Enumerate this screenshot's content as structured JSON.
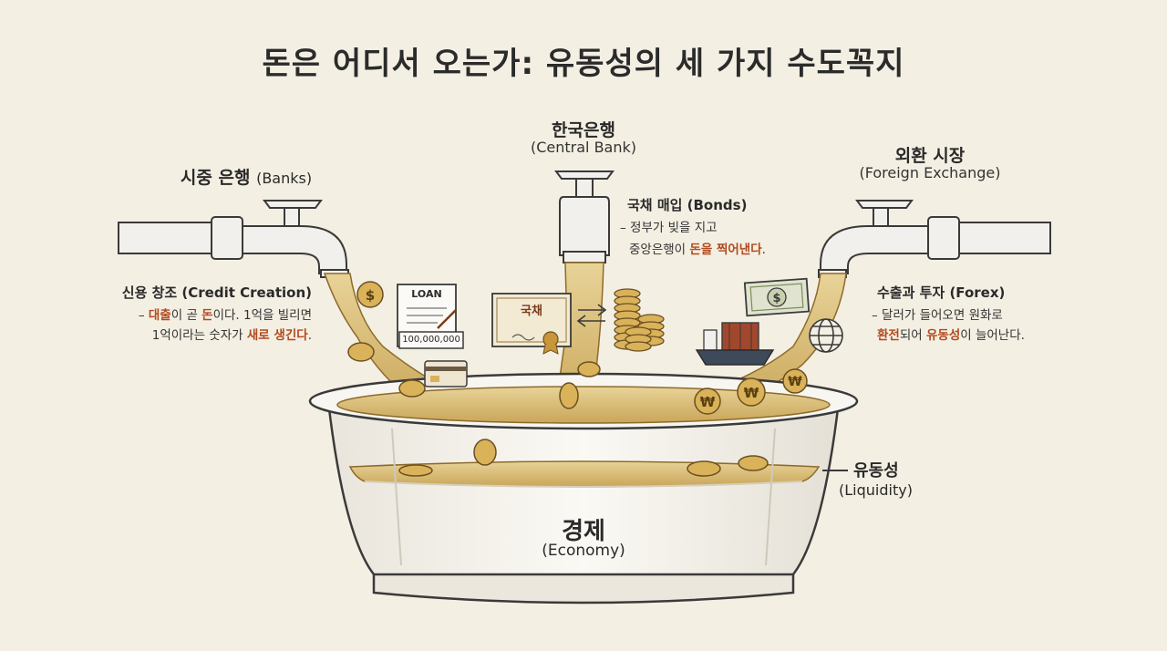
{
  "title": "돈은 어디서 오는가: 유동성의 세 가지 수도꼭지",
  "sources": {
    "banks": {
      "name": "시중 은행",
      "name_en": "(Banks)",
      "note_title": "신용 창조 (Credit Creation)",
      "note_lines": [
        {
          "pre": "– ",
          "hl1": "대출",
          "mid": "이 곧 ",
          "hl2": "돈",
          "post": "이다. 1억을 빌리면"
        },
        {
          "pre": "1억이라는 숫자가 ",
          "hl1": "새로 생긴다",
          "post": "."
        }
      ],
      "loan_doc": "LOAN",
      "loan_amount": "100,000,000"
    },
    "central": {
      "name": "한국은행",
      "name_en": "(Central Bank)",
      "note_title": "국채 매입 (Bonds)",
      "note_lines": [
        {
          "pre": "– 정부가 빚을 지고"
        },
        {
          "pre": "중앙은행이 ",
          "hl1": "돈을 찍어낸다",
          "post": "."
        }
      ],
      "bond_label": "국채"
    },
    "forex": {
      "name": "외환 시장",
      "name_en": "(Foreign Exchange)",
      "note_title": "수출과 투자 (Forex)",
      "note_lines": [
        {
          "pre": "– 달러가 들어오면 원화로"
        },
        {
          "pre": "",
          "hl1": "환전",
          "mid": "되어 ",
          "hl2": "유동성",
          "post": "이 늘어난다."
        }
      ]
    }
  },
  "economy": {
    "name": "경제",
    "name_en": "(Economy)"
  },
  "liquidity": {
    "name": "유동성",
    "name_en": "(Liquidity)"
  },
  "icons": [
    "faucet-icon",
    "coin-icon",
    "won-coin-icon",
    "dollar-bill-icon",
    "loan-document-icon",
    "credit-card-icon",
    "bond-certificate-icon",
    "exchange-arrows-icon",
    "cargo-ship-icon",
    "globe-icon",
    "bathtub-icon"
  ],
  "colors": {
    "background": "#f4efe3",
    "liquid": "#d9bc7a",
    "liquid_dark": "#b28d45",
    "highlight": "#b14a1e",
    "tub": "#f7f4ec",
    "outline": "#3a3a3a"
  }
}
